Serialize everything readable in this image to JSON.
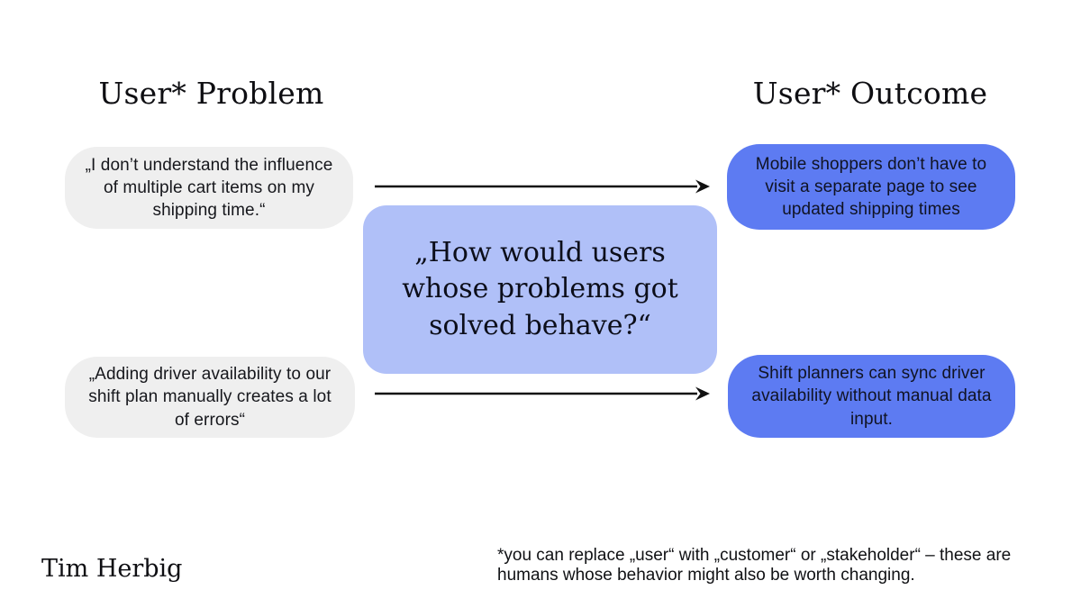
{
  "titles": {
    "problem": "User* Problem",
    "outcome": "User* Outcome"
  },
  "problems": [
    {
      "text": "„I don’t understand the influence of multiple cart items on my shipping time.“"
    },
    {
      "text": "„Adding driver availability to our shift plan manually creates a lot of errors“"
    }
  ],
  "outcomes": [
    {
      "text": "Mobile shoppers don’t have to visit a separate page to see updated shipping times"
    },
    {
      "text": "Shift planners can sync driver availability without manual data input."
    }
  ],
  "center_question": "„How would users whose problems got solved behave?“",
  "footer": {
    "author": "Tim Herbig",
    "footnote": "*you can replace „user“ with „customer“ or „stakeholder“ – these are humans whose behavior might also be worth changing."
  },
  "colors": {
    "background": "#ffffff",
    "problem_bubble": "#efefef",
    "outcome_bubble": "#5d7bf2",
    "center_box": "#b0c0f8",
    "arrow": "#111111",
    "text_dark": "#101323"
  }
}
